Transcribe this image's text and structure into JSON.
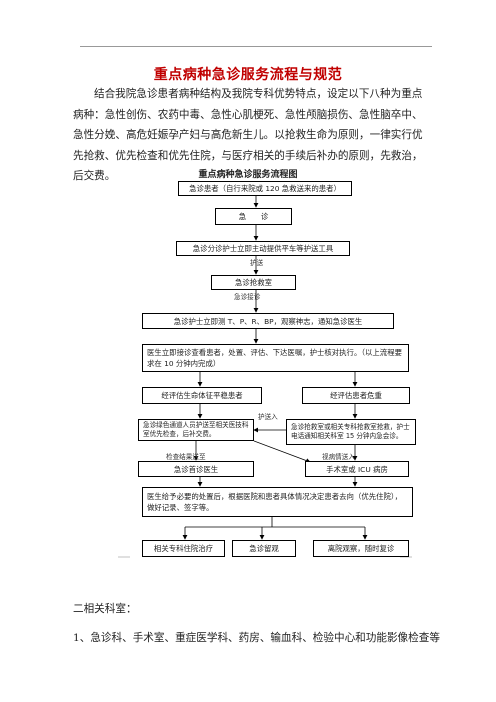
{
  "doc": {
    "title": "重点病种急诊服务流程与规范",
    "intro": "结合我院急诊患者病种结构及我院专科优势特点，设定以下八种为重点病种：急性创伤、农药中毒、急性心肌梗死、急性颅脑损伤、急性脑卒中、急性分娩、高危妊娠孕产妇与高危新生儿。以抢救生命为原则，一律实行优先抢救、优先检查和优先住院，与医疗相关的手续后补办的原则，先救治，后交费。",
    "chart_title": "重点病种急诊服务流程图",
    "section2": "二相关科室：",
    "item1": "1、急诊科、手术室、重症医学科、药房、输血科、检验中心和功能影像检查等"
  },
  "flow": {
    "b1": "急诊患者（自行来院或 120 急救送来的患者）",
    "b2": "急　　诊",
    "b3": "急诊分诊护士立即主动提供平车等护送工具",
    "l3": "护送",
    "b4": "急诊抢救室",
    "l4": "急诊接诊",
    "b5": "急诊护士立即测 T、P、R、BP，观察神志，通知急诊医生",
    "b6": "医生立即接诊查看患者，处置、评估、下达医嘱，护士核对执行。（以上流程要求在 10 分钟内完成）",
    "b7a": "经评估生命体征平稳患者",
    "b7b": "经评估患者危重",
    "l8": "护送入",
    "b8a": "急诊绿色通道人员护送至相关医技科室优先检查，后补交费。",
    "b8b": "急诊抢救室或相关专科抢救室抢救，护士电话通知相关科室 15 分钟内急会诊。",
    "l9a": "检查结果送至",
    "l9b": "视病情送入",
    "b9a": "急诊首诊医生",
    "b9b": "手术室或 ICU 病房",
    "b10": "医生给予必要的处置后，根据医院和患者具体情况决定患者去向（优先住院），做好记录、签字等。",
    "b11a": "相关专科住院治疗",
    "b11b": "急诊留观",
    "b11c": "离院观察，随时复诊"
  }
}
